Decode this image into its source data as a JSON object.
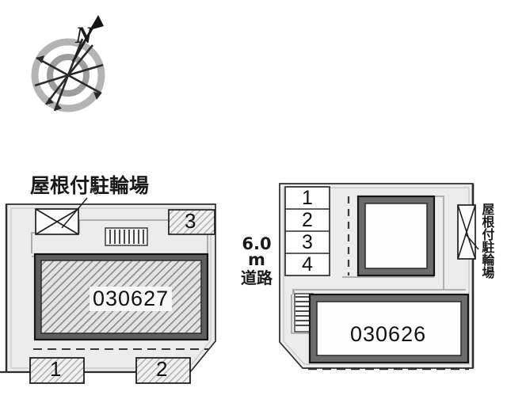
{
  "figure": {
    "kind": "property-site-plan",
    "background_color": "#ffffff",
    "ink_color": "#1a1a1a"
  },
  "compass": {
    "name": "north-arrow-compass-rose",
    "north_label": "N",
    "rose_color": "#9a9a9a",
    "needle_color": "#1b1b1b"
  },
  "left_parcel": {
    "name": "left-property-parcel",
    "fill_color": "#ececec",
    "callout_label": "屋根付駐輪場",
    "building": {
      "number": "030627",
      "fill": "hatched",
      "hatch_color": "#8f8f8f",
      "wall_color": "#595959"
    },
    "bike_box_mark": "X",
    "stair_orientation": "vertical-bars",
    "parking_stalls": [
      {
        "label": "3",
        "position": "top-right"
      },
      {
        "label": "1",
        "position": "bottom-left"
      },
      {
        "label": "2",
        "position": "bottom-center-right"
      }
    ]
  },
  "road": {
    "name": "center-road",
    "width_label": "6.0",
    "unit_label": "m",
    "jp_label": "道路",
    "full_label": "6.0m道路"
  },
  "right_parcel": {
    "name": "right-property-parcel",
    "fill_color": "#ececec",
    "callout_label": "屋根付駐輪場",
    "building": {
      "number": "030626",
      "fill": "white",
      "wall_color": "#6b6b6b"
    },
    "upper_structure": {
      "name": "upper-building-block",
      "fill": "white",
      "wall_color": "#6b6b6b"
    },
    "bike_box_mark": "X",
    "stair_orientation": "horizontal-bars",
    "unit_list": [
      "1",
      "2",
      "3",
      "4"
    ]
  }
}
